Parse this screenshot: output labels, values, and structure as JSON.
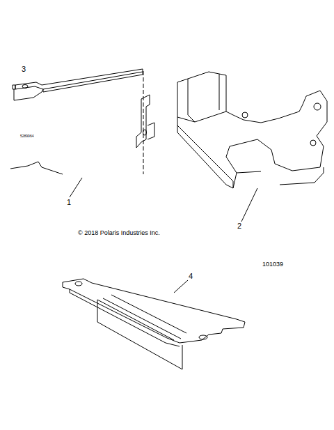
{
  "diagram": {
    "labels": [
      "3",
      "5289964",
      "1",
      "2",
      "© 2018 Polaris Industries Inc.",
      "101039",
      "4"
    ]
  }
}
